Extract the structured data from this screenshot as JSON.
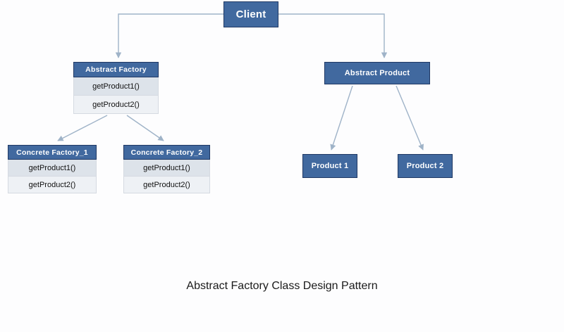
{
  "diagram": {
    "caption": "Abstract Factory Class Design Pattern",
    "colors": {
      "box_fill": "#41699f",
      "box_border": "#1f3864",
      "row_fill_a": "#dde3ea",
      "row_fill_b": "#eef1f5",
      "row_border": "#d5dae1",
      "connector": "#9fb3c8",
      "background": "#fdfdfe",
      "text_light": "#ffffff",
      "text_dark": "#111111"
    },
    "nodes": {
      "client": {
        "label": "Client"
      },
      "abstract_factory": {
        "title": "Abstract Factory",
        "methods": [
          "getProduct1()",
          "getProduct2()"
        ]
      },
      "concrete_factory_1": {
        "title": "Concrete Factory_1",
        "methods": [
          "getProduct1()",
          "getProduct2()"
        ]
      },
      "concrete_factory_2": {
        "title": "Concrete Factory_2",
        "methods": [
          "getProduct1()",
          "getProduct2()"
        ]
      },
      "abstract_product": {
        "label": "Abstract Product"
      },
      "product_1": {
        "label": "Product 1"
      },
      "product_2": {
        "label": "Product 2"
      }
    },
    "connectors": [
      {
        "from": "client",
        "to": "abstract_factory",
        "style": "elbow-left"
      },
      {
        "from": "client",
        "to": "abstract_product",
        "style": "elbow-right"
      },
      {
        "from": "abstract_factory",
        "to": "concrete_factory_1",
        "style": "diagonal"
      },
      {
        "from": "abstract_factory",
        "to": "concrete_factory_2",
        "style": "diagonal"
      },
      {
        "from": "abstract_product",
        "to": "product_1",
        "style": "diagonal"
      },
      {
        "from": "abstract_product",
        "to": "product_2",
        "style": "diagonal"
      }
    ]
  }
}
